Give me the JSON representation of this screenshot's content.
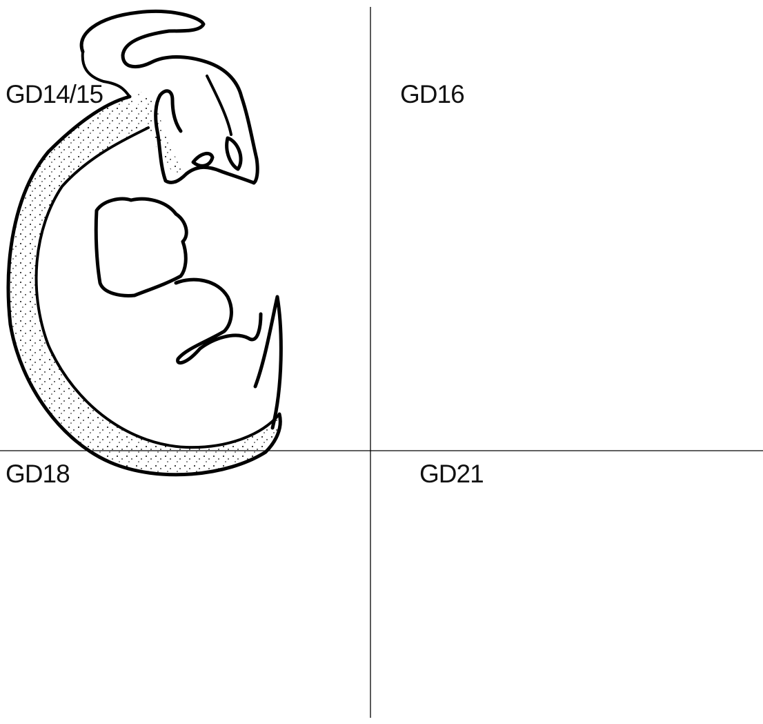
{
  "figure": {
    "panels": [
      {
        "label": "GD14/15"
      },
      {
        "label": "GD16"
      },
      {
        "label": "GD18"
      },
      {
        "label": "GD21"
      }
    ]
  },
  "colors": {
    "ink": "#000000",
    "background": "#ffffff"
  }
}
